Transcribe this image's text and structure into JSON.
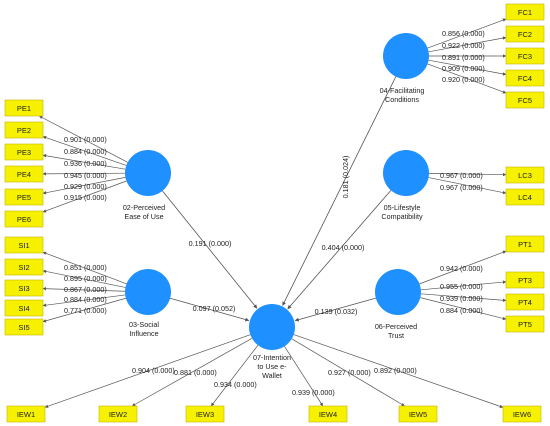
{
  "colors": {
    "latent": "#1e90ff",
    "indicator_fill": "#f5f100",
    "indicator_border": "#c8b400",
    "arrow": "#555555"
  },
  "latent_variables": [
    {
      "id": "PEOU",
      "name": "latent-perceived-ease-of-use",
      "lines": [
        "02-Perceived",
        "Ease of Use"
      ]
    },
    {
      "id": "SI",
      "name": "latent-social-influence",
      "lines": [
        "03-Social",
        "Influence"
      ]
    },
    {
      "id": "FC",
      "name": "latent-facilitating-conditions",
      "lines": [
        "04-Facilitating",
        "Conditions"
      ]
    },
    {
      "id": "LC",
      "name": "latent-lifestyle-compatibility",
      "lines": [
        "05-Lifestyle",
        "Compatibility"
      ]
    },
    {
      "id": "PT",
      "name": "latent-perceived-trust",
      "lines": [
        "06-Perceived",
        "Trust"
      ]
    },
    {
      "id": "IUEW",
      "name": "latent-intention-to-use-ewallet",
      "lines": [
        "07-Intention",
        "to Use e-",
        "Wallet"
      ]
    }
  ],
  "indicators": [
    {
      "id": "PE1",
      "label": "PE1",
      "latent": "PEOU",
      "loading": "0.901 (0.000)"
    },
    {
      "id": "PE2",
      "label": "PE2",
      "latent": "PEOU",
      "loading": "0.884 (0.000)"
    },
    {
      "id": "PE3",
      "label": "PE3",
      "latent": "PEOU",
      "loading": "0.936 (0.000)"
    },
    {
      "id": "PE4",
      "label": "PE4",
      "latent": "PEOU",
      "loading": "0.945 (0.000)"
    },
    {
      "id": "PE5",
      "label": "PE5",
      "latent": "PEOU",
      "loading": "0.929 (0.000)"
    },
    {
      "id": "PE6",
      "label": "PE6",
      "latent": "PEOU",
      "loading": "0.915 (0.000)"
    },
    {
      "id": "SI1",
      "label": "SI1",
      "latent": "SI",
      "loading": "0.851 (0.000)"
    },
    {
      "id": "SI2",
      "label": "SI2",
      "latent": "SI",
      "loading": "0.895 (0.000)"
    },
    {
      "id": "SI3",
      "label": "SI3",
      "latent": "SI",
      "loading": "0.867 (0.000)"
    },
    {
      "id": "SI4",
      "label": "SI4",
      "latent": "SI",
      "loading": "0.884 (0.000)"
    },
    {
      "id": "SI5",
      "label": "SI5",
      "latent": "SI",
      "loading": "0.771 (0.000)"
    },
    {
      "id": "FC1",
      "label": "FC1",
      "latent": "FC",
      "loading": "0.856 (0.000)"
    },
    {
      "id": "FC2",
      "label": "FC2",
      "latent": "FC",
      "loading": "0.922 (0.000)"
    },
    {
      "id": "FC3",
      "label": "FC3",
      "latent": "FC",
      "loading": "0.891 (0.000)"
    },
    {
      "id": "FC4",
      "label": "FC4",
      "latent": "FC",
      "loading": "0.909 (0.000)"
    },
    {
      "id": "FC5",
      "label": "FC5",
      "latent": "FC",
      "loading": "0.920 (0.000)"
    },
    {
      "id": "LC3",
      "label": "LC3",
      "latent": "LC",
      "loading": "0.967 (0.000)"
    },
    {
      "id": "LC4",
      "label": "LC4",
      "latent": "LC",
      "loading": "0.967 (0.000)"
    },
    {
      "id": "PT1",
      "label": "PT1",
      "latent": "PT",
      "loading": "0.942 (0.000)"
    },
    {
      "id": "PT3",
      "label": "PT3",
      "latent": "PT",
      "loading": "0.955 (0.000)"
    },
    {
      "id": "PT4",
      "label": "PT4",
      "latent": "PT",
      "loading": "0.939 (0.000)"
    },
    {
      "id": "PT5",
      "label": "PT5",
      "latent": "PT",
      "loading": "0.884 (0.000)"
    },
    {
      "id": "IEW1",
      "label": "IEW1",
      "latent": "IUEW",
      "loading": "0.904 (0.000)"
    },
    {
      "id": "IEW2",
      "label": "IEW2",
      "latent": "IUEW",
      "loading": "0.881 (0.000)"
    },
    {
      "id": "IEW3",
      "label": "IEW3",
      "latent": "IUEW",
      "loading": "0.934 (0.000)"
    },
    {
      "id": "IEW4",
      "label": "IEW4",
      "latent": "IUEW",
      "loading": "0.939 (0.000)"
    },
    {
      "id": "IEW5",
      "label": "IEW5",
      "latent": "IUEW",
      "loading": "0.927 (0.000)"
    },
    {
      "id": "IEW6",
      "label": "IEW6",
      "latent": "IUEW",
      "loading": "0.892 (0.000)"
    }
  ],
  "paths": [
    {
      "from": "PEOU",
      "to": "IUEW",
      "label": "0.191 (0.000)"
    },
    {
      "from": "SI",
      "to": "IUEW",
      "label": "0.097 (0.052)"
    },
    {
      "from": "FC",
      "to": "IUEW",
      "label": "0.181 (0.024)"
    },
    {
      "from": "LC",
      "to": "IUEW",
      "label": "0.404 (0.000)"
    },
    {
      "from": "PT",
      "to": "IUEW",
      "label": "0.139 (0.032)"
    }
  ]
}
